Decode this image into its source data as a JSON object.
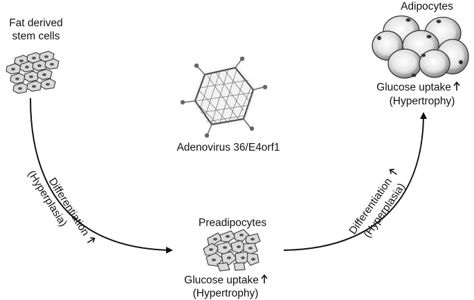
{
  "labels": {
    "stem_cells_line1": "Fat derived",
    "stem_cells_line2": "stem cells",
    "virus": "Adenovirus 36/E4orf1",
    "preadipocytes": "Preadipocytes",
    "adipocytes": "Adipocytes",
    "glucose_pre": "Glucose uptake",
    "hypertrophy_pre": "(Hypertrophy)",
    "glucose_adi": "Glucose uptake",
    "hypertrophy_adi": "(Hypertrophy)",
    "diff_left": "Differentiation",
    "hyperplasia_left": "(Hyperplasia)",
    "diff_right": "Differentiation",
    "hyperplasia_right": "(Hyperplasia)"
  },
  "icons": {
    "up_arrow": "up-arrow-icon",
    "stem_cells": "stem-cells-icon",
    "virus": "adenovirus-icon",
    "preadipocytes": "preadipocytes-icon",
    "adipocytes": "adipocytes-icon"
  },
  "colors": {
    "line": "#111111",
    "cell_fill": "#d9d9d9",
    "cell_stroke": "#333333",
    "virus_glow": "#bfbfbf"
  }
}
